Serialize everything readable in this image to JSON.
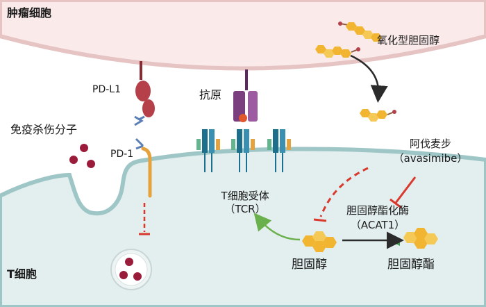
{
  "regions": {
    "tumor_cell": "肿瘤细胞",
    "t_cell": "T细胞"
  },
  "molecules": {
    "pdl1": "PD-L1",
    "pd1": "PD-1",
    "antigen": "抗原",
    "killer_molecules": "免疫杀伤分子",
    "tcr_line1": "T细胞受体",
    "tcr_line2": "（TCR）",
    "oxysterol": "氧化型胆固醇",
    "avasimibe_line1": "阿伐麦步",
    "avasimibe_line2": "（avasimibe）",
    "acat_line1": "胆固醇酯化酶",
    "acat_line2": "（ACAT1）",
    "cholesterol": "胆固醇",
    "cholesteryl_ester": "胆固醇酯"
  },
  "colors": {
    "tumor_fill": "#fbeaea",
    "tumor_edge": "#e6c4c4",
    "tcell_fill": "#e3eeee",
    "tcell_edge": "#9fc6c6",
    "cholesterol": "#f2b531",
    "inhibit_red": "#d9392d",
    "activate_green": "#6ab04c",
    "tcr_blue": "#1e6f8c",
    "antigen_purple": "#7b3f7f",
    "pdl1_red": "#b5404a",
    "pd1_orange": "#e6a23c"
  }
}
